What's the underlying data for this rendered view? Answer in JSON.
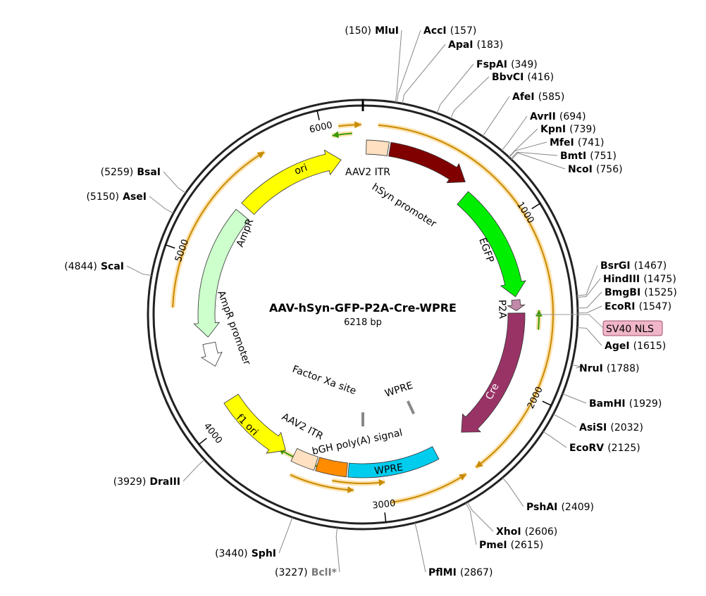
{
  "plasmid": {
    "name": "AAV-hSyn-GFP-P2A-Cre-WPRE",
    "size_label": "6218 bp",
    "length": 6218
  },
  "colors": {
    "ori": "#ffff00",
    "itr": "#ffe0c0",
    "hsyn": "#800000",
    "egfp": "#00ee00",
    "p2a": "#c28aa8",
    "cre": "#993366",
    "wpre": "#00ccee",
    "bgh": "#ff8c00",
    "f1ori": "#ffff00",
    "ampr": "#ccffcc",
    "primer_orange": "#c88a00",
    "primer_green": "#3a9a00",
    "sv40": "#f0b6c8"
  },
  "ticks": [
    {
      "label": "1000",
      "pos": 1000
    },
    {
      "label": "2000",
      "pos": 2000
    },
    {
      "label": "3000",
      "pos": 3000
    },
    {
      "label": "4000",
      "pos": 4000
    },
    {
      "label": "5000",
      "pos": 5000
    },
    {
      "label": "6000",
      "pos": 6000
    }
  ],
  "sites": [
    {
      "name": "MluI",
      "pos_label": "(150)",
      "pos": 150,
      "side": "left"
    },
    {
      "name": "AccI",
      "pos_label": "(157)",
      "pos": 157,
      "side": "right"
    },
    {
      "name": "ApaI",
      "pos_label": "(183)",
      "pos": 183,
      "side": "right"
    },
    {
      "name": "FspAI",
      "pos_label": "(349)",
      "pos": 349,
      "side": "right"
    },
    {
      "name": "BbvCI",
      "pos_label": "(416)",
      "pos": 416,
      "side": "right"
    },
    {
      "name": "AfeI",
      "pos_label": "(585)",
      "pos": 585,
      "side": "right"
    },
    {
      "name": "AvrII",
      "pos_label": "(694)",
      "pos": 694,
      "side": "right"
    },
    {
      "name": "KpnI",
      "pos_label": "(739)",
      "pos": 739,
      "side": "right"
    },
    {
      "name": "MfeI",
      "pos_label": "(741)",
      "pos": 741,
      "side": "right"
    },
    {
      "name": "BmtI",
      "pos_label": "(751)",
      "pos": 751,
      "side": "right"
    },
    {
      "name": "NcoI",
      "pos_label": "(756)",
      "pos": 756,
      "side": "right"
    },
    {
      "name": "BsrGI",
      "pos_label": "(1467)",
      "pos": 1467,
      "side": "right"
    },
    {
      "name": "HindIII",
      "pos_label": "(1475)",
      "pos": 1475,
      "side": "right"
    },
    {
      "name": "BmgBI",
      "pos_label": "(1525)",
      "pos": 1525,
      "side": "right"
    },
    {
      "name": "EcoRI",
      "pos_label": "(1547)",
      "pos": 1547,
      "side": "right"
    },
    {
      "name": "AgeI",
      "pos_label": "(1615)",
      "pos": 1615,
      "side": "right"
    },
    {
      "name": "NruI",
      "pos_label": "(1788)",
      "pos": 1788,
      "side": "right"
    },
    {
      "name": "BamHI",
      "pos_label": "(1929)",
      "pos": 1929,
      "side": "right"
    },
    {
      "name": "AsiSI",
      "pos_label": "(2032)",
      "pos": 2032,
      "side": "right"
    },
    {
      "name": "EcoRV",
      "pos_label": "(2125)",
      "pos": 2125,
      "side": "right"
    },
    {
      "name": "PshAI",
      "pos_label": "(2409)",
      "pos": 2409,
      "side": "right"
    },
    {
      "name": "XhoI",
      "pos_label": "(2606)",
      "pos": 2606,
      "side": "right"
    },
    {
      "name": "PmeI",
      "pos_label": "(2615)",
      "pos": 2615,
      "side": "right"
    },
    {
      "name": "PflMI",
      "pos_label": "(2867)",
      "pos": 2867,
      "side": "right"
    },
    {
      "name": "BclI*",
      "pos_label": "(3227)",
      "pos": 3227,
      "side": "left",
      "dim": true
    },
    {
      "name": "SphI",
      "pos_label": "(3440)",
      "pos": 3440,
      "side": "left"
    },
    {
      "name": "DraIII",
      "pos_label": "(3929)",
      "pos": 3929,
      "side": "left"
    },
    {
      "name": "ScaI",
      "pos_label": "(4844)",
      "pos": 4844,
      "side": "left"
    },
    {
      "name": "AseI",
      "pos_label": "(5150)",
      "pos": 5150,
      "side": "left"
    },
    {
      "name": "BsaI",
      "pos_label": "(5259)",
      "pos": 5259,
      "side": "left"
    }
  ],
  "features": [
    {
      "name": "AAV2 ITR",
      "label": "AAV2 ITR"
    },
    {
      "name": "hSyn promoter",
      "label": "hSyn promoter"
    },
    {
      "name": "EGFP",
      "label": "EGFP"
    },
    {
      "name": "P2A",
      "label": "P2A"
    },
    {
      "name": "SV40 NLS",
      "label": "SV40 NLS"
    },
    {
      "name": "Cre",
      "label": "Cre"
    },
    {
      "name": "WPRE",
      "label": "WPRE"
    },
    {
      "name": "WPRE element",
      "label": "WPRE"
    },
    {
      "name": "bGH poly(A) signal",
      "label": "bGH poly(A) signal"
    },
    {
      "name": "AAV2 ITR 2",
      "label": "AAV2 ITR"
    },
    {
      "name": "Factor Xa site",
      "label": "Factor Xa site"
    },
    {
      "name": "f1 ori",
      "label": "f1 ori"
    },
    {
      "name": "AmpR promoter",
      "label": "AmpR promoter"
    },
    {
      "name": "AmpR",
      "label": "AmpR"
    },
    {
      "name": "ori",
      "label": "ori"
    }
  ]
}
